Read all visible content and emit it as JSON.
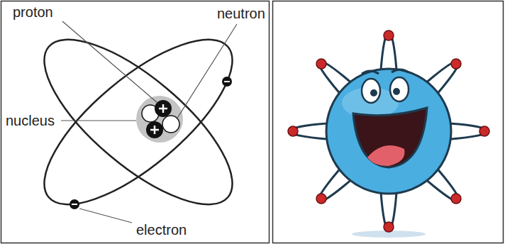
{
  "diagram": {
    "labels": [
      "proton",
      "neutron",
      "nucleus",
      "electron"
    ]
  }
}
